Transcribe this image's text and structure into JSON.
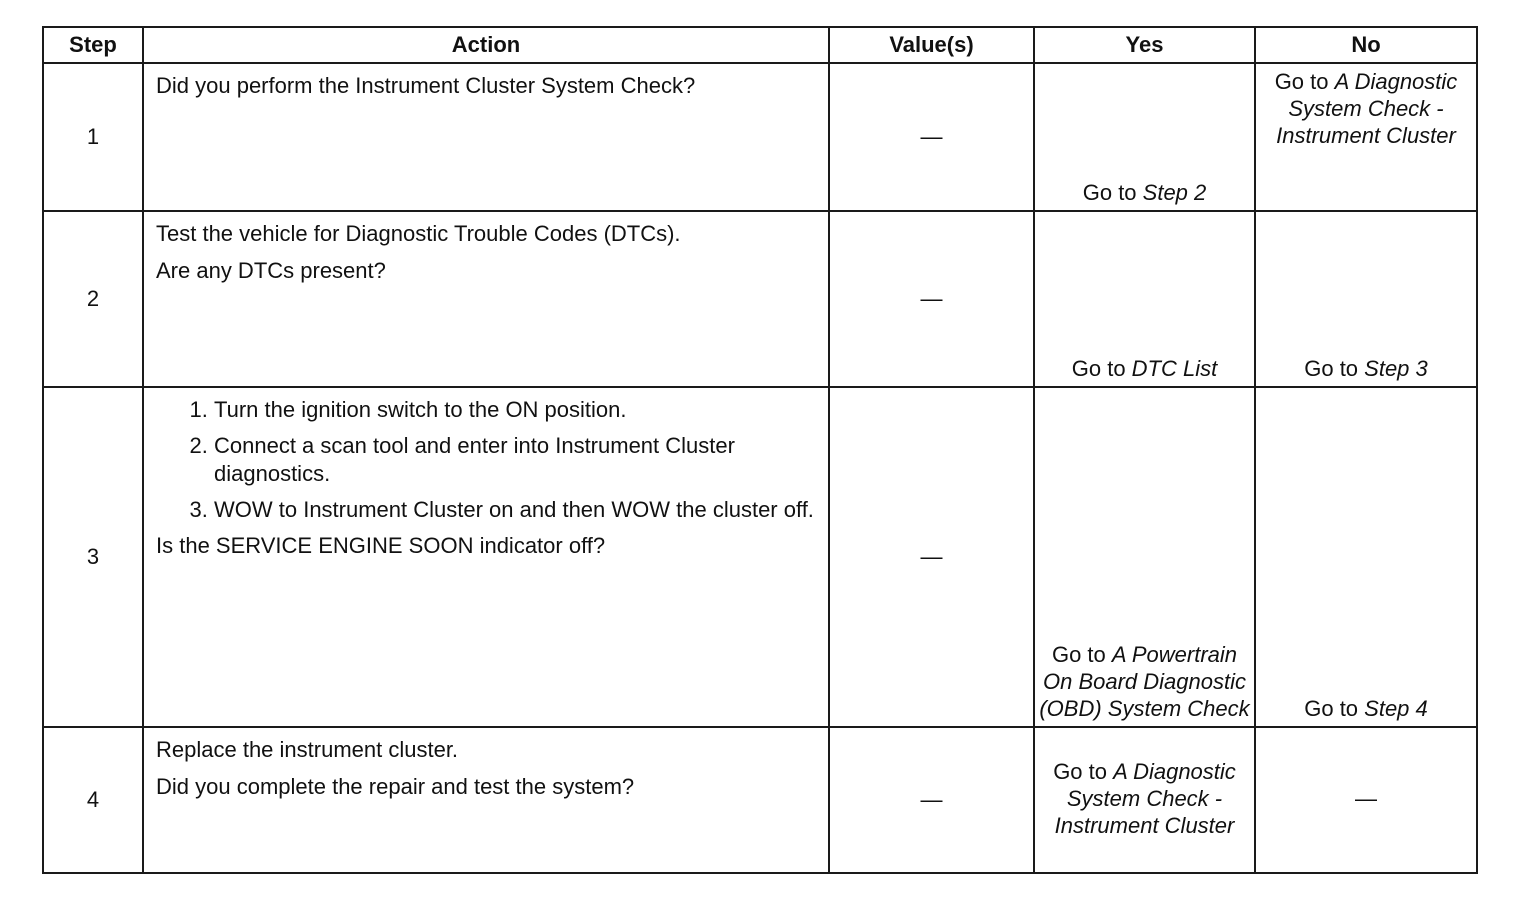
{
  "headers": {
    "step": "Step",
    "action": "Action",
    "values": "Value(s)",
    "yes": "Yes",
    "no": "No"
  },
  "rows": [
    {
      "step": "1",
      "action_lines": [
        "Did you perform the Instrument Cluster System Check?"
      ],
      "value": "—",
      "yes": {
        "prefix": "Go to ",
        "ref": "Step 2"
      },
      "no": {
        "prefix": "Go to ",
        "ref": "A Diagnostic System Check - Instrument Cluster"
      }
    },
    {
      "step": "2",
      "action_lines": [
        "Test the vehicle for Diagnostic Trouble Codes (DTCs).",
        "Are any DTCs present?"
      ],
      "value": "—",
      "yes": {
        "prefix": "Go to ",
        "ref": "DTC List"
      },
      "no": {
        "prefix": "Go to ",
        "ref": "Step 3"
      }
    },
    {
      "step": "3",
      "action_items": [
        "Turn the ignition switch to the ON position.",
        "Connect a scan tool and enter into Instrument Cluster diagnostics.",
        "WOW to Instrument Cluster on and then WOW the cluster off."
      ],
      "action_question": "Is the SERVICE ENGINE SOON indicator off?",
      "value": "—",
      "yes": {
        "prefix": "Go to ",
        "ref": "A Powertrain On Board Diagnostic (OBD) System Check"
      },
      "no": {
        "prefix": "Go to ",
        "ref": "Step 4"
      }
    },
    {
      "step": "4",
      "action_lines": [
        "Replace the instrument cluster.",
        "Did you complete the repair and test the system?"
      ],
      "value": "—",
      "yes": {
        "prefix": "Go to ",
        "ref": "A Diagnostic System Check - Instrument Cluster"
      },
      "no": {
        "text": "—"
      }
    }
  ]
}
